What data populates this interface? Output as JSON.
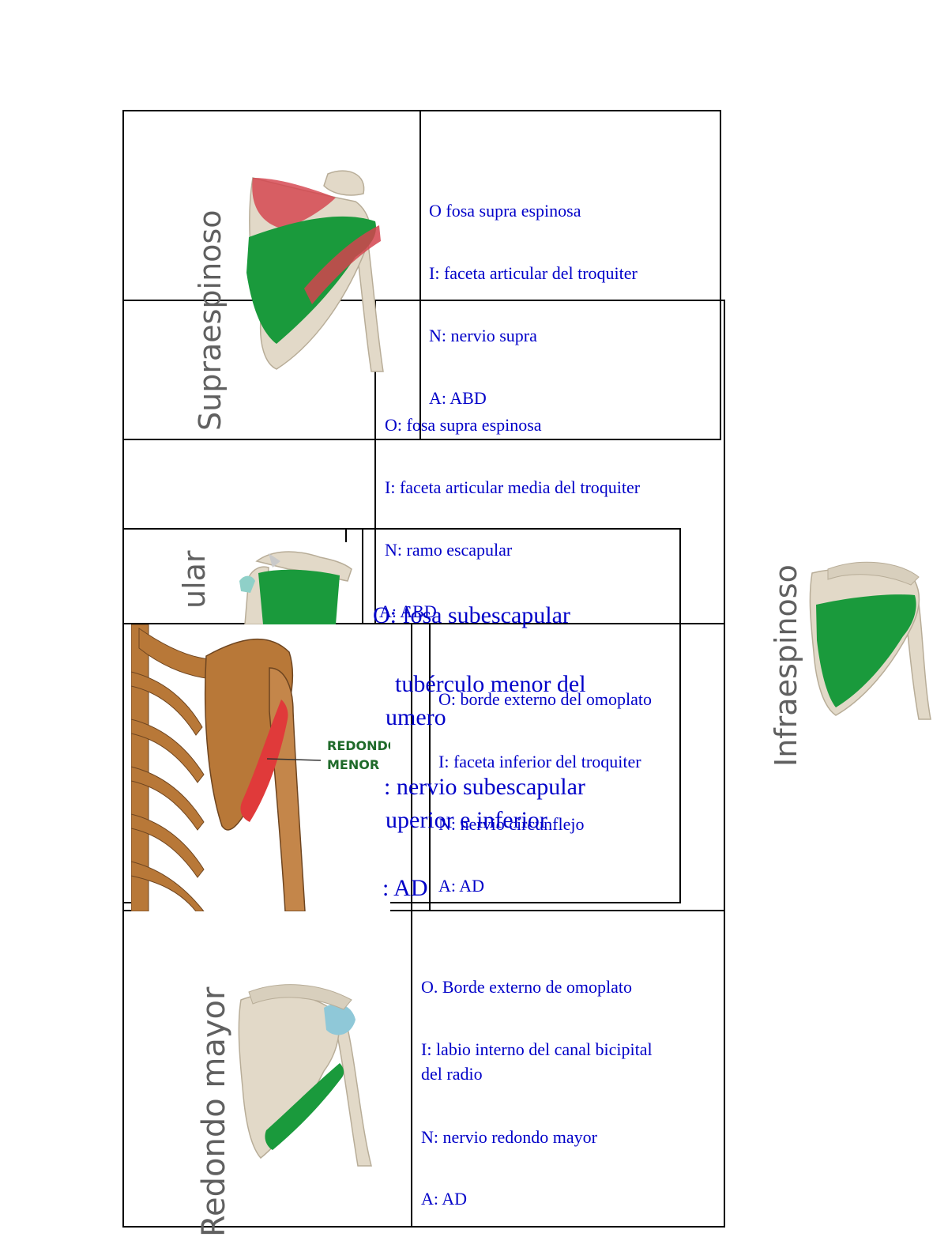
{
  "titles": {
    "supraespinoso": "Supraespinoso",
    "subescapular_partial": "ular",
    "infraespinoso": "Infraespinoso",
    "redondo_mayor": "Redondo mayor"
  },
  "sections": {
    "supraespinoso_box": [
      "O  fosa supra espinosa",
      "I: faceta  articular del troquiter",
      "N: nervio supra",
      "A: ABD"
    ],
    "infraespinoso_box": [
      "O: fosa supra espinosa",
      "I: faceta articular media del troquiter",
      "N: ramo escapular",
      "A: ABD"
    ],
    "subescapular_box": [
      "O: fosa  subescapular",
      "tubérculo menor del",
      "umero",
      ": nervio subescapular",
      "uperior e inferior",
      ": AD"
    ],
    "redondo_menor_box": [
      "O: borde externo del omoplato",
      "I: faceta inferior del troquiter",
      "N: nervio circunflejo",
      "A: AD"
    ],
    "redondo_mayor_box": [
      "O. Borde externo de omoplato",
      "I: labio interno del canal bicipital",
      "del radio",
      "N: nervio redondo mayor",
      "A: AD"
    ]
  },
  "image_labels": {
    "redondo_menor_1": "REDONDO",
    "redondo_menor_2": "MENOR"
  },
  "colors": {
    "text": "#0000c8",
    "muscle": "#1a9a3c",
    "muscle_red": "#d4434d",
    "bone": "#e2d9c8",
    "title_gray": "#606060"
  }
}
